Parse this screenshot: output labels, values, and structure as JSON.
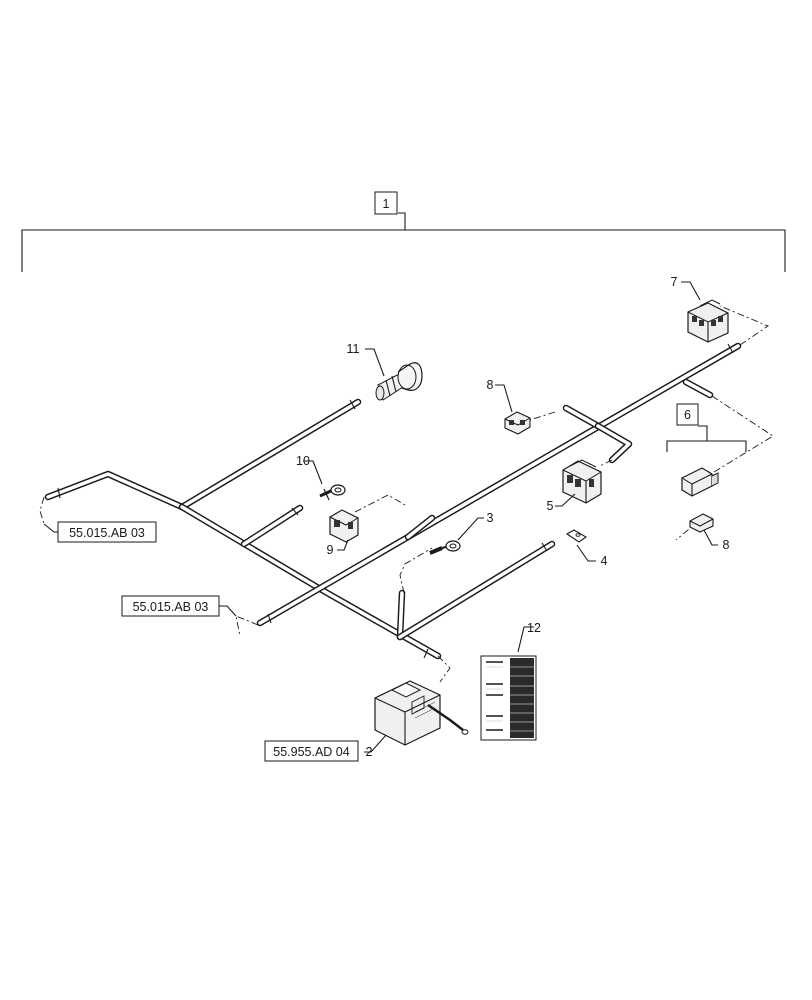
{
  "callouts": {
    "c1": "1",
    "c2": "2",
    "c3": "3",
    "c4": "4",
    "c5": "5",
    "c6": "6",
    "c7": "7",
    "c8a": "8",
    "c8b": "8",
    "c9": "9",
    "c10": "10",
    "c11": "11",
    "c12": "12"
  },
  "references": {
    "ref_left": "55.015.AB 03",
    "ref_lower": "55.015.AB 03",
    "ref_module": "55.955.AD 04"
  }
}
